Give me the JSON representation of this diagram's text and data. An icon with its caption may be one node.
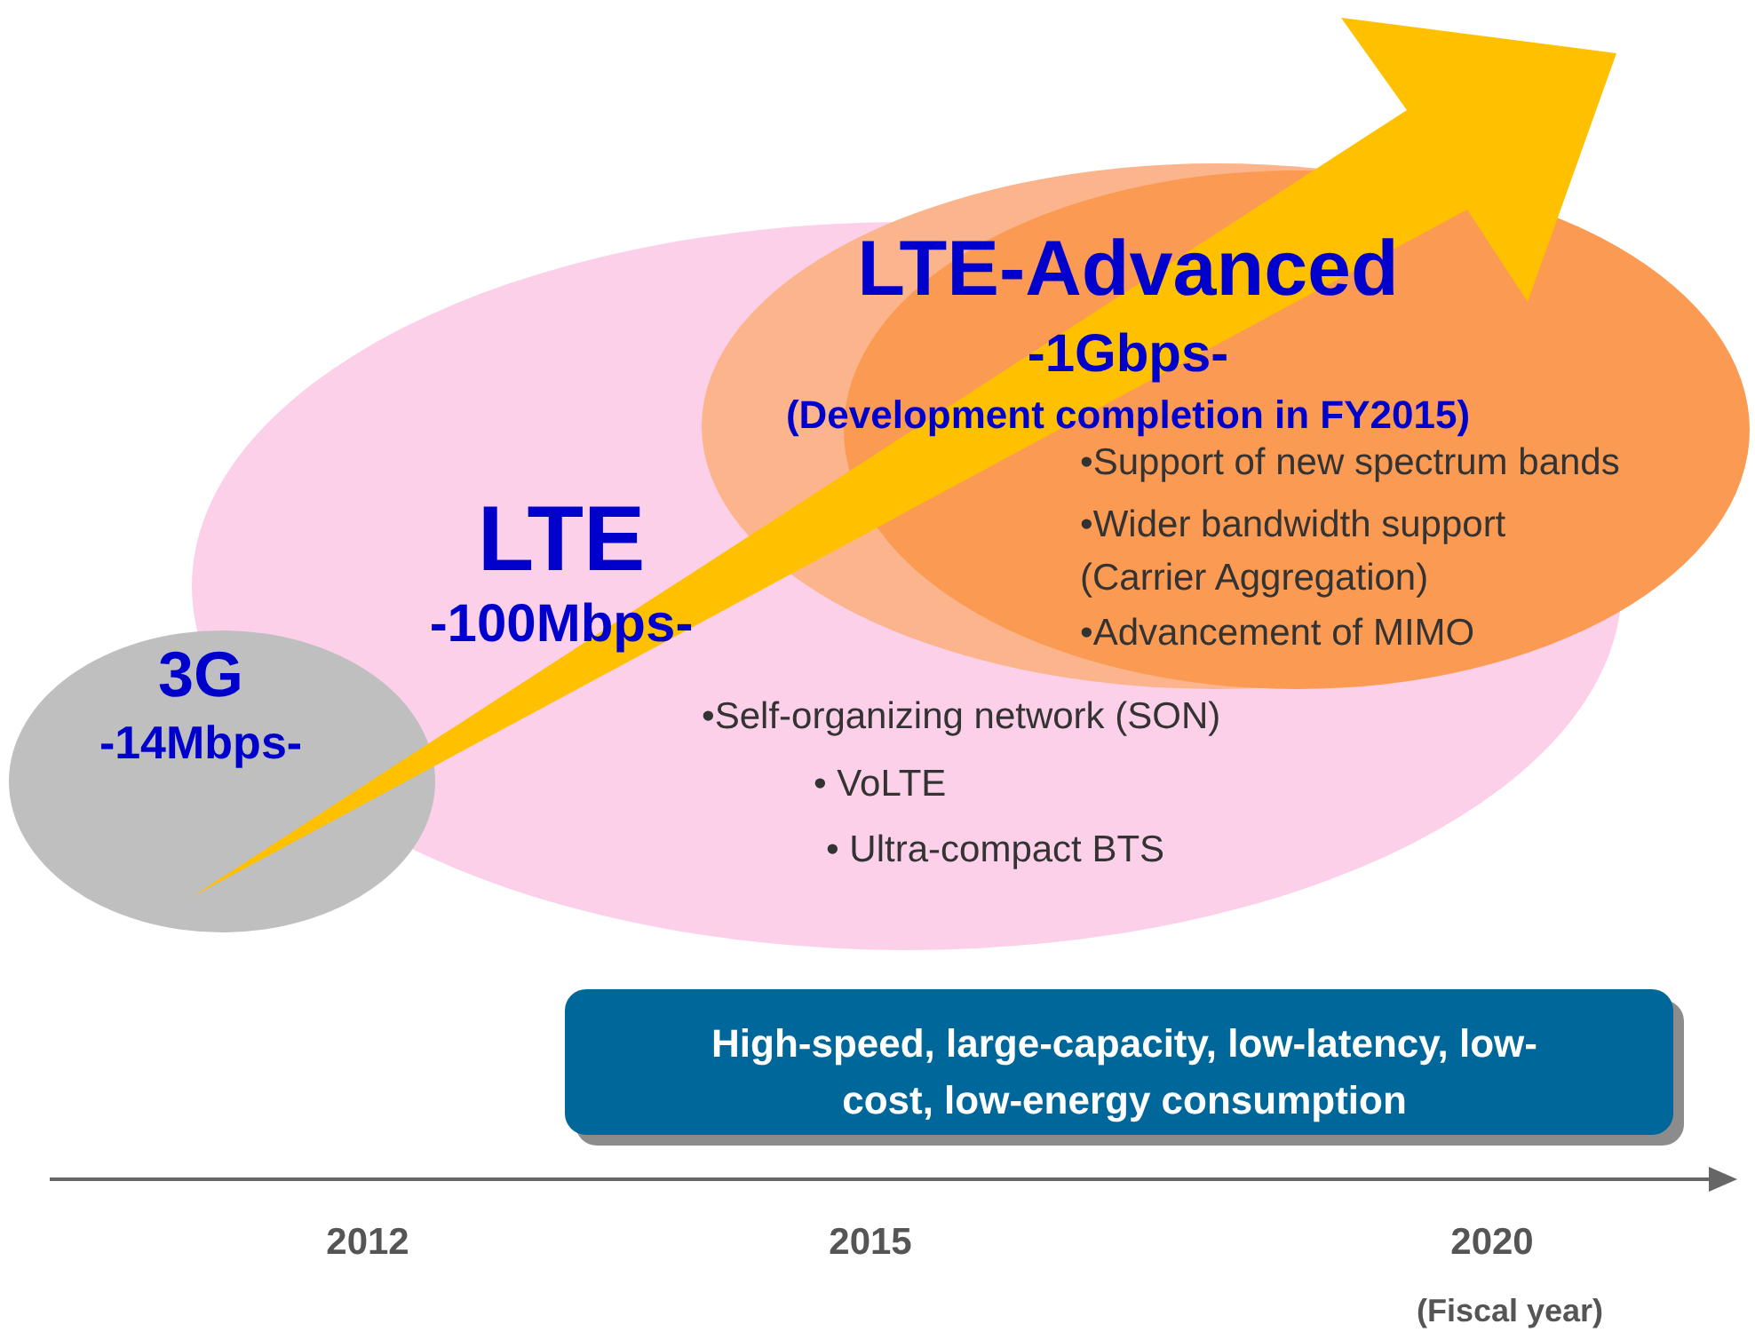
{
  "diagram": {
    "nodes": [
      {
        "text": [
          "3G",
          "-14Mbps-"
        ]
      },
      {
        "text": [
          "LTE",
          "-100Mbps-",
          "•Self-organizing network (SON)",
          "• VoLTE",
          "• Ultra-compact BTS"
        ]
      },
      {
        "text": [
          "LTE-Advanced",
          "-1Gbps-",
          "(Development completion in FY2015)",
          "•Support of new spectrum bands",
          "•Wider bandwidth support (Carrier Aggregation)",
          "•Advancement of MIMO"
        ]
      },
      {
        "text": [
          "High-speed, large-capacity, low-latency, low-cost, low-energy consumption"
        ]
      }
    ],
    "edges": [
      {
        "from": 0,
        "to": 2,
        "arrow": "to",
        "style": "thick",
        "color": "#ffc000"
      }
    ],
    "labels": [
      "2012",
      "2015",
      "2020",
      "(Fiscal year)"
    ]
  }
}
